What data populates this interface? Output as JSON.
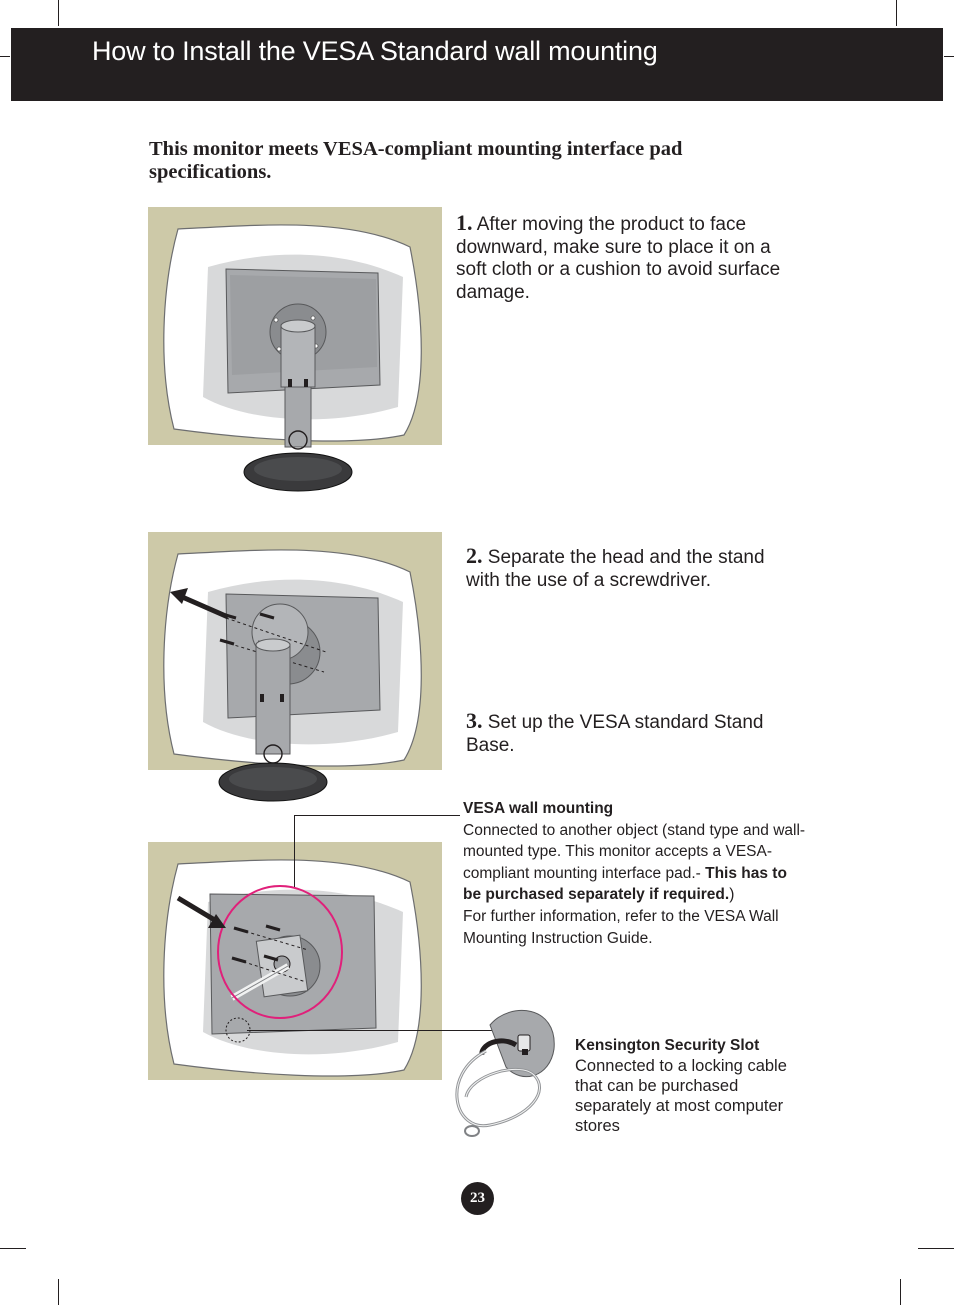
{
  "header": {
    "title": "How to Install the VESA Standard wall mounting"
  },
  "intro": "This monitor meets VESA-compliant mounting interface pad specifications.",
  "steps": [
    {
      "number": "1.",
      "text": "After moving the product to face downward, make sure to place it on a soft cloth or a cushion to avoid surface damage."
    },
    {
      "number": "2.",
      "text": "Separate the head and the stand with the use of a screwdriver."
    },
    {
      "number": "3.",
      "text": "Set up the VESA standard Stand Base."
    }
  ],
  "vesa": {
    "title": "VESA wall mounting",
    "text1": "Connected to another object (stand type and wall-mounted type. This monitor accepts a VESA-compliant mounting interface pad.-",
    "bold": " This has to be purchased separately if required.",
    "text2": ")",
    "text3": "For further information, refer to the VESA Wall Mounting Instruction Guide."
  },
  "kensington": {
    "title": "Kensington Security Slot",
    "text": "Connected to a locking cable that can be purchased separately at most computer stores"
  },
  "page_number": "23",
  "colors": {
    "header_bg": "#231f20",
    "panel_bg": "#cdc9a8",
    "highlight": "#e0207a"
  }
}
